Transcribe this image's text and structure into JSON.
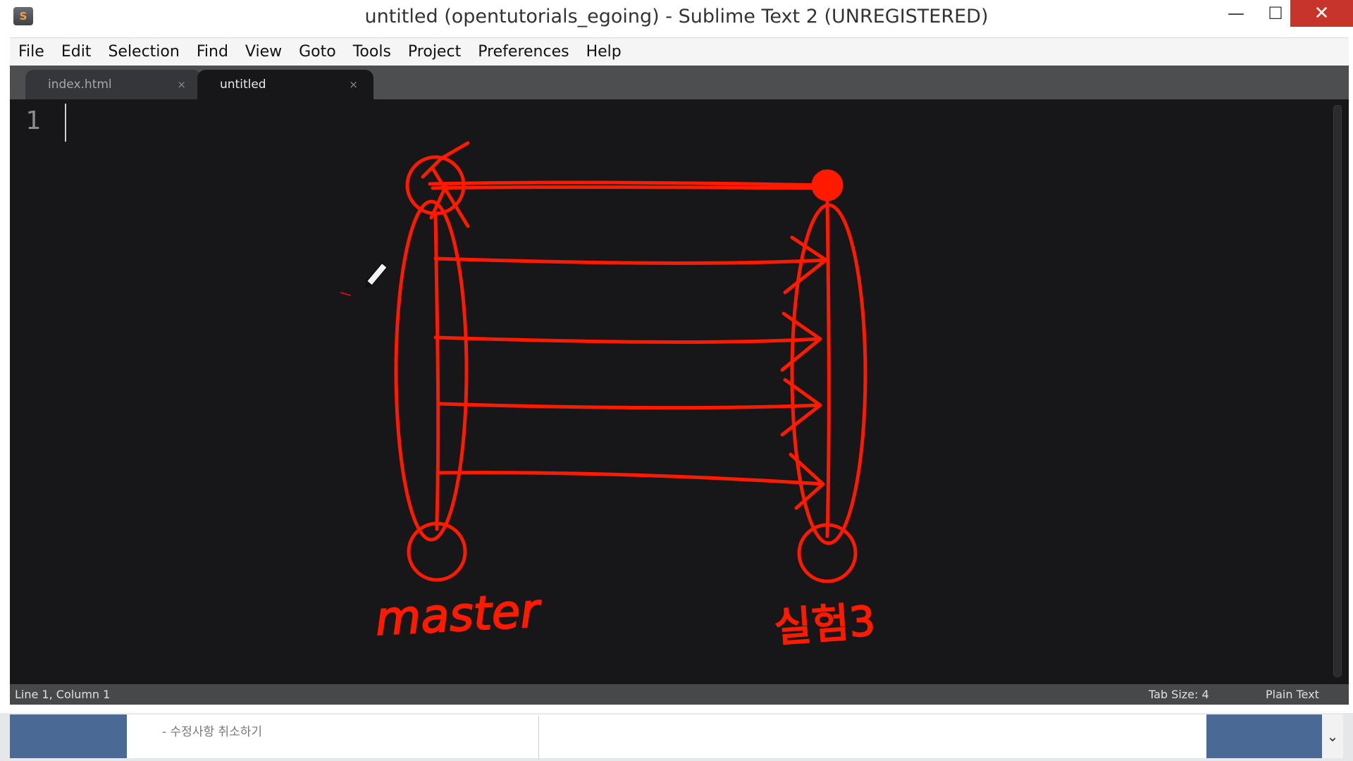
{
  "window": {
    "title": "untitled (opentutorials_egoing) - Sublime Text 2 (UNREGISTERED)",
    "app_icon_glyph": "S",
    "controls": {
      "minimize": "—",
      "maximize": "☐",
      "close": "✕"
    }
  },
  "menu": [
    {
      "label": "File"
    },
    {
      "label": "Edit"
    },
    {
      "label": "Selection"
    },
    {
      "label": "Find"
    },
    {
      "label": "View"
    },
    {
      "label": "Goto"
    },
    {
      "label": "Tools"
    },
    {
      "label": "Project"
    },
    {
      "label": "Preferences"
    },
    {
      "label": "Help"
    }
  ],
  "tabs": [
    {
      "label": "index.html",
      "close": "×",
      "active": false
    },
    {
      "label": "untitled",
      "close": "×",
      "active": true
    }
  ],
  "editor": {
    "line_number": "1",
    "annotation_color": "#ff1a00",
    "annotation_labels": {
      "left": "master",
      "right": "실험3"
    }
  },
  "status": {
    "position": "Line 1, Column 1",
    "tab_size": "Tab Size: 4",
    "syntax": "Plain Text"
  },
  "below": {
    "undo_link": "- 수정사항 취소하기",
    "scroll_down": "⌄"
  },
  "icons": [
    "app-icon",
    "minimize-icon",
    "maximize-icon",
    "close-icon",
    "pen-cursor-icon",
    "chevron-down-icon"
  ]
}
